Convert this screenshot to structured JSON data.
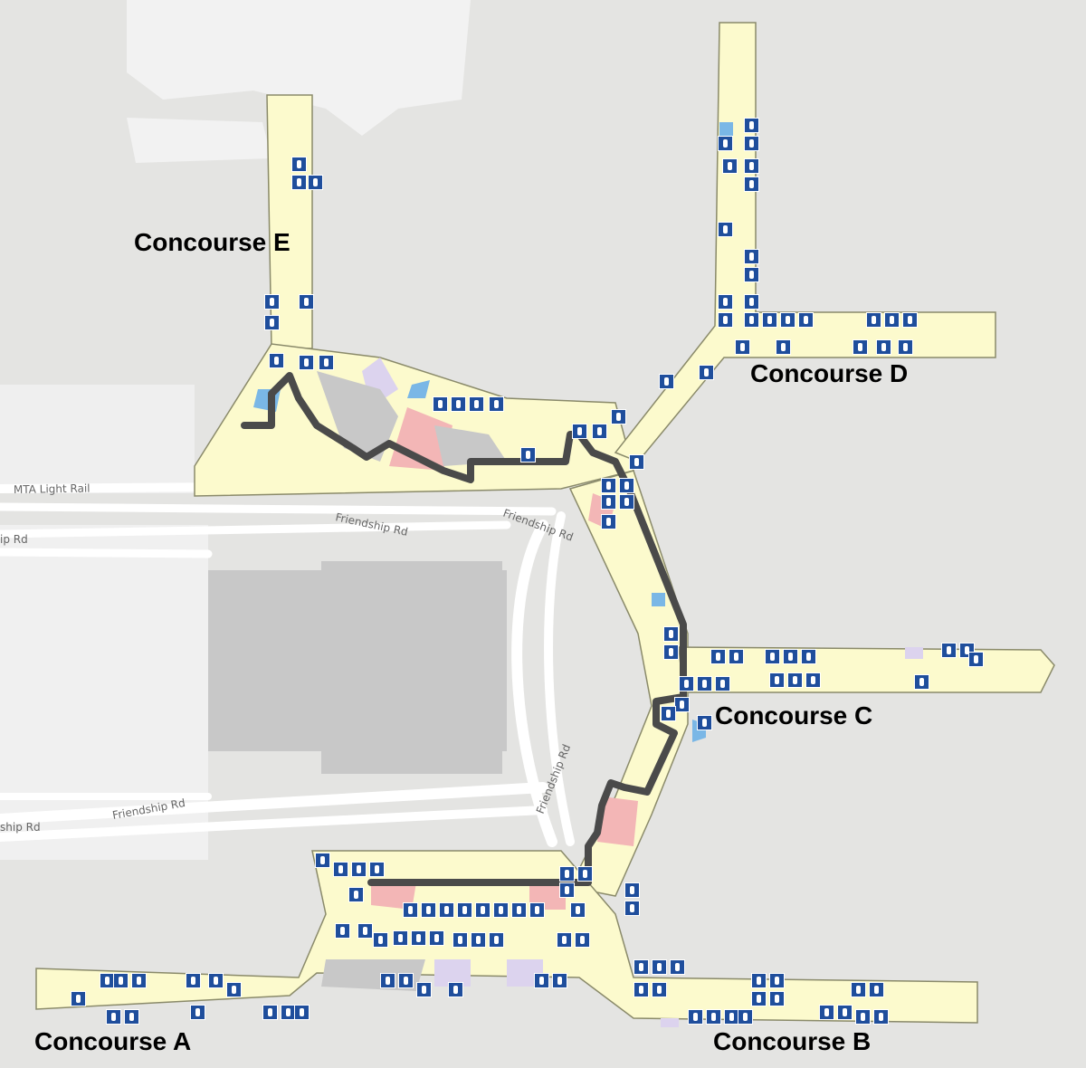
{
  "concourse_labels": {
    "a": "Concourse A",
    "b": "Concourse B",
    "c": "Concourse C",
    "d": "Concourse D",
    "e": "Concourse E"
  },
  "road_labels": {
    "light_rail": "MTA Light Rail",
    "friendship_rd": "Friendship Rd",
    "friendship_rd_partial": "ip Rd",
    "friendship_rd_partial2": "ship Rd"
  },
  "colors": {
    "background": "#e4e4e2",
    "terminal": "#fcfacd",
    "terminal_outline": "#8a8a6a",
    "garage": "#c8c8c8",
    "road": "#ffffff",
    "route": "#4a4a4a",
    "shops_pink": "#f3b6b6",
    "lounge_purple": "#dcd3ee",
    "blue_area": "#7ab7e6",
    "icon": "#1f4e9c"
  },
  "icon_names": [
    "restroom-icon",
    "restaurant-icon",
    "elevator-icon",
    "family-restroom-icon"
  ]
}
